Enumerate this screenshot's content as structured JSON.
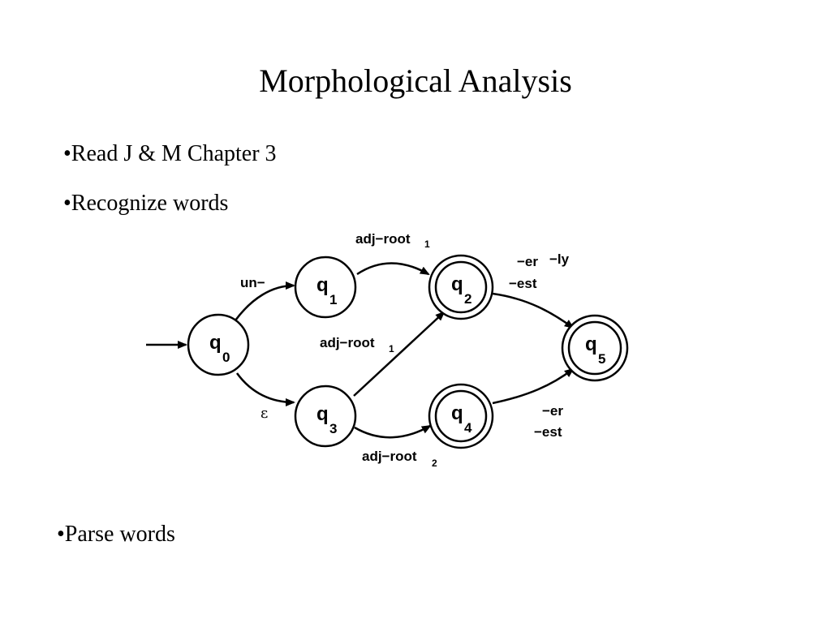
{
  "slide": {
    "title": "Morphological Analysis",
    "bullets": [
      "•Read J & M Chapter 3",
      "•Recognize words",
      "•Parse words"
    ]
  },
  "diagram": {
    "states": [
      {
        "id": "q0",
        "base": "q",
        "sub": "0",
        "accepting": false,
        "start": true
      },
      {
        "id": "q1",
        "base": "q",
        "sub": "1",
        "accepting": false,
        "start": false
      },
      {
        "id": "q2",
        "base": "q",
        "sub": "2",
        "accepting": true,
        "start": false
      },
      {
        "id": "q3",
        "base": "q",
        "sub": "3",
        "accepting": false,
        "start": false
      },
      {
        "id": "q4",
        "base": "q",
        "sub": "4",
        "accepting": true,
        "start": false
      },
      {
        "id": "q5",
        "base": "q",
        "sub": "5",
        "accepting": true,
        "start": false
      }
    ],
    "transitions": [
      {
        "from": "q0",
        "to": "q1",
        "label": "un−",
        "sub": ""
      },
      {
        "from": "q0",
        "to": "q3",
        "label": "ε",
        "sub": ""
      },
      {
        "from": "q1",
        "to": "q2",
        "label": "adj−root",
        "sub": "1"
      },
      {
        "from": "q3",
        "to": "q2",
        "label": "adj−root",
        "sub": "1"
      },
      {
        "from": "q3",
        "to": "q4",
        "label": "adj−root",
        "sub": "2"
      },
      {
        "from": "q2",
        "to": "q5",
        "labels": [
          "−er",
          "−ly",
          "−est"
        ]
      },
      {
        "from": "q4",
        "to": "q5",
        "labels": [
          "−er",
          "−est"
        ]
      }
    ]
  }
}
